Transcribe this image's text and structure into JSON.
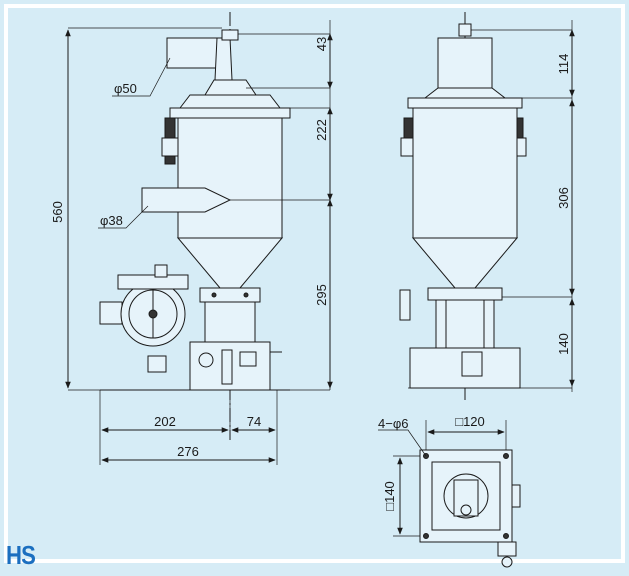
{
  "model_label": "HS",
  "colors": {
    "background": "#d6ecf6",
    "frame": "#ffffff",
    "line": "#1a1a1a",
    "badge": "#1b6fc0"
  },
  "front_view": {
    "overall_height": "560",
    "top_height": "43",
    "body_height": "222",
    "hopper_height": "295",
    "width_left": "202",
    "width_right": "74",
    "overall_width": "276",
    "inlet_diameter": "φ50",
    "outlet_diameter": "φ38"
  },
  "side_view": {
    "top_height": "114",
    "body_height": "306",
    "bottom_height": "140"
  },
  "bottom_view": {
    "holes": "4−φ6",
    "square_width": "□120",
    "square_depth": "□140"
  }
}
